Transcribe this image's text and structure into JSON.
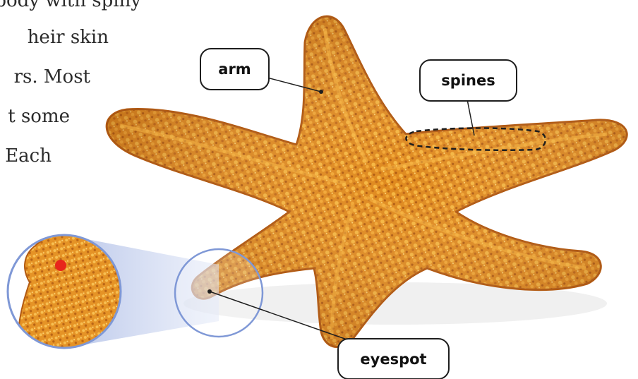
{
  "body_text": {
    "lines": [
      "ed body with spiny",
      "heir skin",
      "rs. Most",
      "t some",
      "Each"
    ]
  },
  "labels": {
    "arm": "arm",
    "spines": "spines",
    "eyespot": "eyespot"
  },
  "colors": {
    "starfish_body": "#e08a1e",
    "starfish_highlight": "#f6b640",
    "starfish_shadow": "#9e4a0c",
    "eyespot_marker": "#e8261c",
    "magnifier_ring": "#7f98d6",
    "magnifier_beam": "#c9d3ef",
    "leader_line": "#1e1e1e"
  }
}
